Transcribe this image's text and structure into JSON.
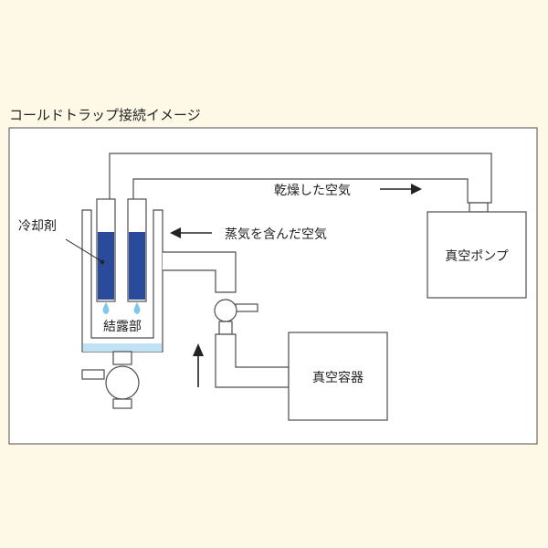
{
  "title": "コールドトラップ接続イメージ",
  "labels": {
    "coolant": "冷却剤",
    "condensation": "結露部",
    "vapor_air": "蒸気を含んだ空気",
    "dry_air": "乾燥した空気",
    "vacuum_pump": "真空ポンプ",
    "vacuum_vessel": "真空容器"
  },
  "colors": {
    "background": "#fdf9e6",
    "panel": "#ffffff",
    "outline": "#4d4d4d",
    "coolant": "#2a4a9c",
    "droplet": "#7fc8ec",
    "liquid": "#bfe3f5"
  }
}
